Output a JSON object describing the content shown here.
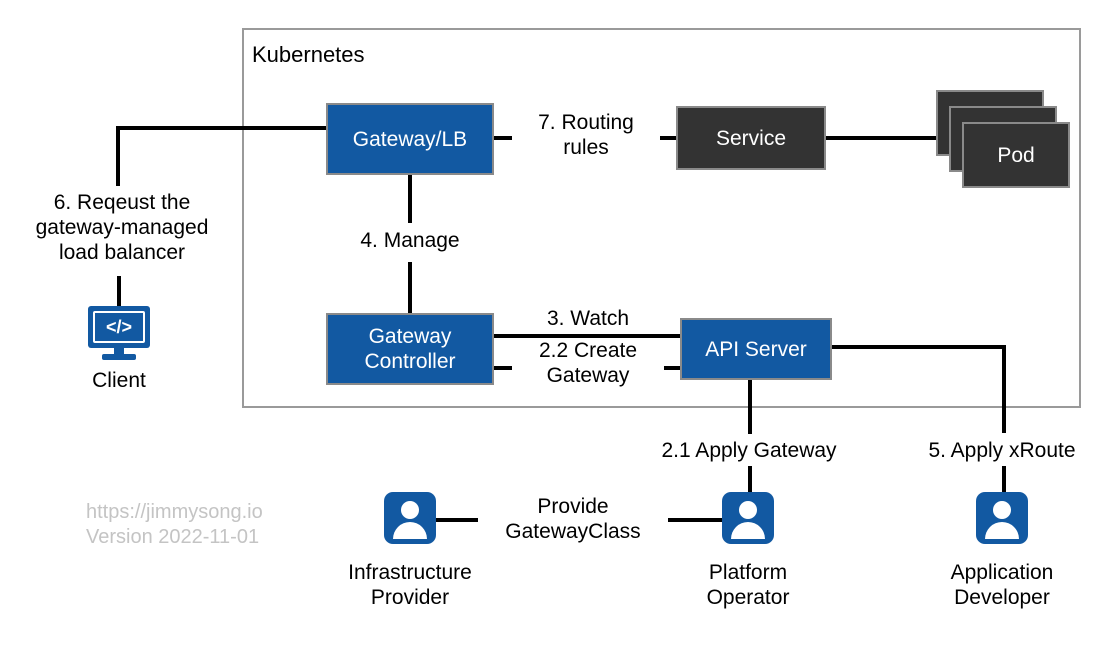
{
  "diagram": {
    "container": {
      "title": "Kubernetes"
    },
    "nodes": {
      "gateway_lb": "Gateway/LB",
      "service": "Service",
      "pod": "Pod",
      "gateway_controller": "Gateway\nController",
      "api_server": "API Server"
    },
    "edge_labels": {
      "routing_rules": "7. Routing\nrules",
      "manage": "4. Manage",
      "watch": "3. Watch",
      "create_gateway": "2.2 Create\nGateway",
      "apply_gateway": "2.1 Apply Gateway",
      "apply_xroute": "5. Apply xRoute",
      "request_lb": "6. Reqeust the\ngateway-managed\nload balancer",
      "provide_gatewayclass": "Provide\nGatewayClass"
    },
    "actors": {
      "client": {
        "label": "Client",
        "icon_glyph": "</>",
        "icon": "client-monitor-icon"
      },
      "infrastructure_provider": {
        "label": "Infrastructure\nProvider",
        "icon": "person-icon"
      },
      "platform_operator": {
        "label": "Platform\nOperator",
        "icon": "person-icon"
      },
      "application_developer": {
        "label": "Application\nDeveloper",
        "icon": "person-icon"
      }
    },
    "watermark": "https://jimmysong.io\nVersion 2022-11-01",
    "colors": {
      "accent_blue": "#1259a2",
      "node_dark": "#333333",
      "container_border": "#9a9a9a",
      "watermark": "#c4c4c4",
      "connector": "#000000"
    }
  }
}
